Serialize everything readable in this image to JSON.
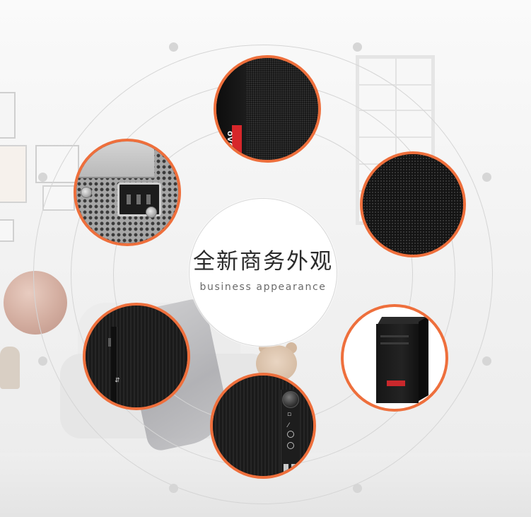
{
  "heading": {
    "title_cn": "全新商务外观",
    "subtitle_en": "business appearance"
  },
  "colors": {
    "accent_ring": "#ee6f3c",
    "brand_red": "#d7262a",
    "ring_line": "#d5d5d5",
    "chassis": "#151515"
  },
  "details": {
    "front_bezel": {
      "badge_text": "OVO"
    },
    "rear_panel": {},
    "mesh_grille": {},
    "side_ribs": {},
    "full_tower": {},
    "front_ports": {}
  }
}
